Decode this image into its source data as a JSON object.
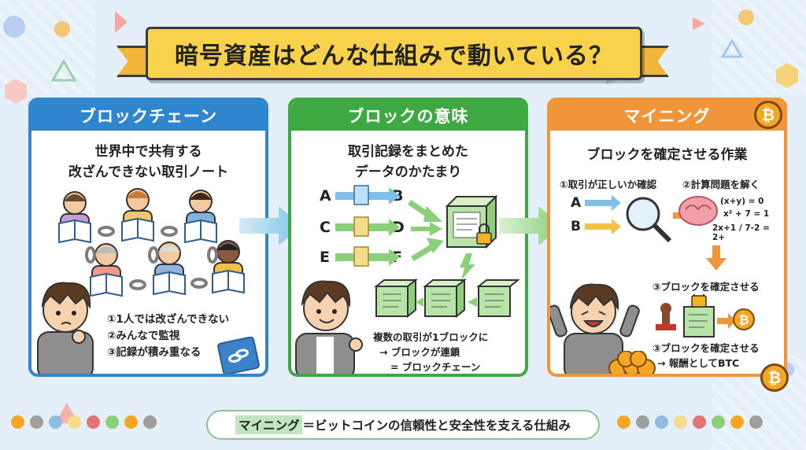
{
  "title": "暗号資産はどんな仕組みで動いている？",
  "panels": {
    "blockchain": {
      "heading": "ブロックチェーン",
      "subtitle_line1": "世界中で共有する",
      "subtitle_line2": "改ざんできない取引ノート",
      "points": [
        "①1人では改ざんできない",
        "②みんなで監視",
        "③記録が積み重なる"
      ]
    },
    "block_meaning": {
      "heading": "ブロックの意味",
      "subtitle_line1": "取引記録をまとめた",
      "subtitle_line2": "データのかたまり",
      "letters": [
        "A",
        "B",
        "C",
        "D",
        "E",
        "F"
      ],
      "note_line1": "複数の取引が1ブロックに",
      "note_line2": "→ ブロックが連鎖",
      "note_line3": "= ブロックチェーン"
    },
    "mining": {
      "heading": "マイニング",
      "subtitle": "ブロックを確定させる作業",
      "step1": "①取引が正しいか確認",
      "step2": "②計算問題を解く",
      "letters": [
        "A",
        "B"
      ],
      "math": [
        "(x+y) = 0",
        "x² + 7 = 1",
        "2x+1 / 7-2 = 2+"
      ],
      "step3": "③ブロックを確定させる",
      "step4_line1": "③ブロックを確定させる",
      "step4_line2": "→ 報酬としてBTC"
    }
  },
  "bottom": {
    "highlight": "マイニング",
    "rest": "＝ビットコインの信頼性と安全性を支える仕組み"
  },
  "icons": [
    "bitcoin-icon",
    "chain-link-icon",
    "padlock-icon",
    "magnifier-icon",
    "brain-icon",
    "stamp-icon",
    "notebook-icon"
  ],
  "colors": {
    "blockchain": "#2f86cf",
    "block_meaning": "#3ea842",
    "mining": "#f0953a",
    "banner": "#f8d24a"
  }
}
